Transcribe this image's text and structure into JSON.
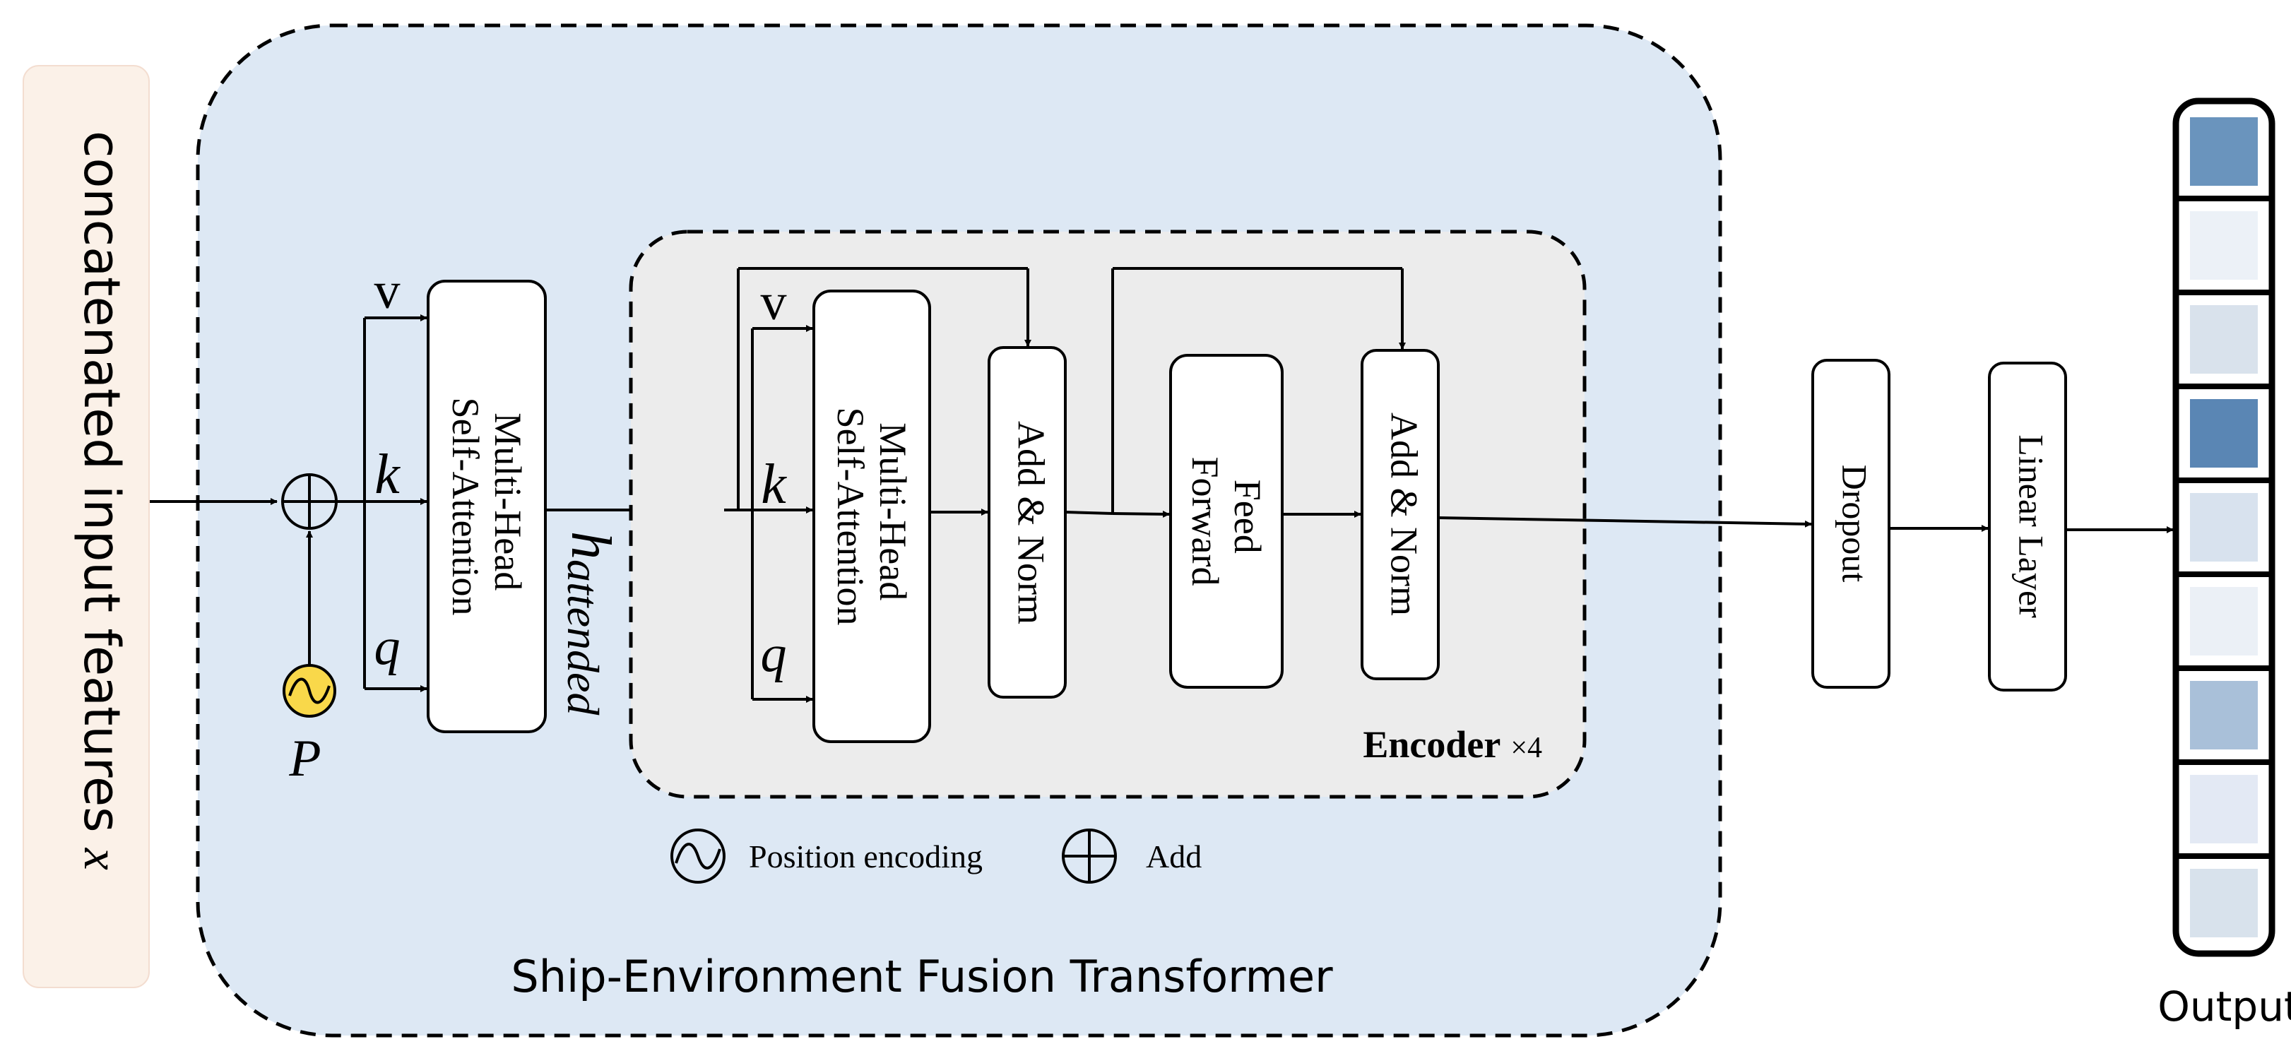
{
  "input": {
    "label": "concatenated input features ",
    "symbol": "x"
  },
  "fusion": {
    "title": "Ship-Environment Fusion Transformer",
    "mhsa_line1": "Multi-Head",
    "mhsa_line2": "Self-Attention",
    "v": "v",
    "k": "k",
    "q": "q",
    "p": "P",
    "h_main": "h",
    "h_sub": "attended"
  },
  "encoder": {
    "title": "Encoder",
    "repeat": "×4",
    "mhsa_line1": "Multi-Head",
    "mhsa_line2": "Self-Attention",
    "addnorm1": "Add & Norm",
    "ff_line1": "Feed",
    "ff_line2": "Forward",
    "addnorm2": "Add & Norm",
    "v": "v",
    "k": "k",
    "q": "q"
  },
  "legend": {
    "position_encoding": "Position encoding",
    "add": "Add"
  },
  "dropout": "Dropout",
  "linear_layer": "Linear Layer",
  "output": {
    "label": "Output",
    "cell_colors": [
      "#6a94bd",
      "#ecf1f7",
      "#d9e2ec",
      "#5a86b4",
      "#d8e2ee",
      "#ebf0f6",
      "#a9c0d9",
      "#e3e9f4",
      "#d8e2ec"
    ]
  },
  "colors": {
    "input_bg": "#fbf1e8",
    "fusion_bg": "#dde8f4",
    "encoder_bg": "#ececec",
    "pos_enc": "#f9d84a"
  }
}
